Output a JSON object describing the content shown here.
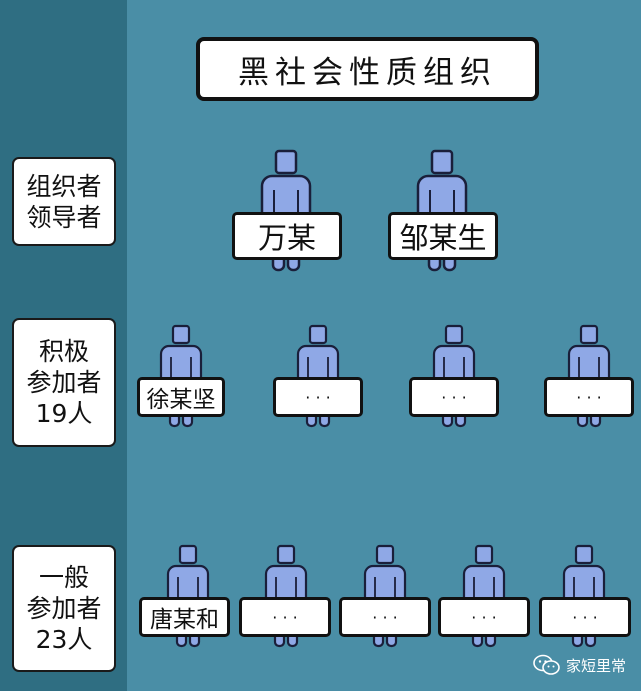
{
  "title": "黑社会性质组织",
  "tiers": [
    {
      "label_lines": [
        "组织者",
        "领导者"
      ],
      "members": [
        {
          "name": "万某"
        },
        {
          "name": "邹某生"
        }
      ]
    },
    {
      "label_lines": [
        "积极",
        "参加者",
        "19人"
      ],
      "members": [
        {
          "name": "徐某坚"
        },
        {
          "name": "· · ·"
        },
        {
          "name": "· · ·"
        },
        {
          "name": "· · ·"
        }
      ]
    },
    {
      "label_lines": [
        "一般",
        "参加者",
        "23人"
      ],
      "members": [
        {
          "name": "唐某和"
        },
        {
          "name": "· · ·"
        },
        {
          "name": "· · ·"
        },
        {
          "name": "· · ·"
        },
        {
          "name": "· · ·"
        }
      ]
    }
  ],
  "watermark": {
    "text": "家短里常",
    "icon": "wechat-icon"
  },
  "colors": {
    "background": "#4a8ea6",
    "sidebar": "#2f6e82",
    "person_body": "#8fa8e6",
    "person_outline": "#1a1f3a"
  }
}
